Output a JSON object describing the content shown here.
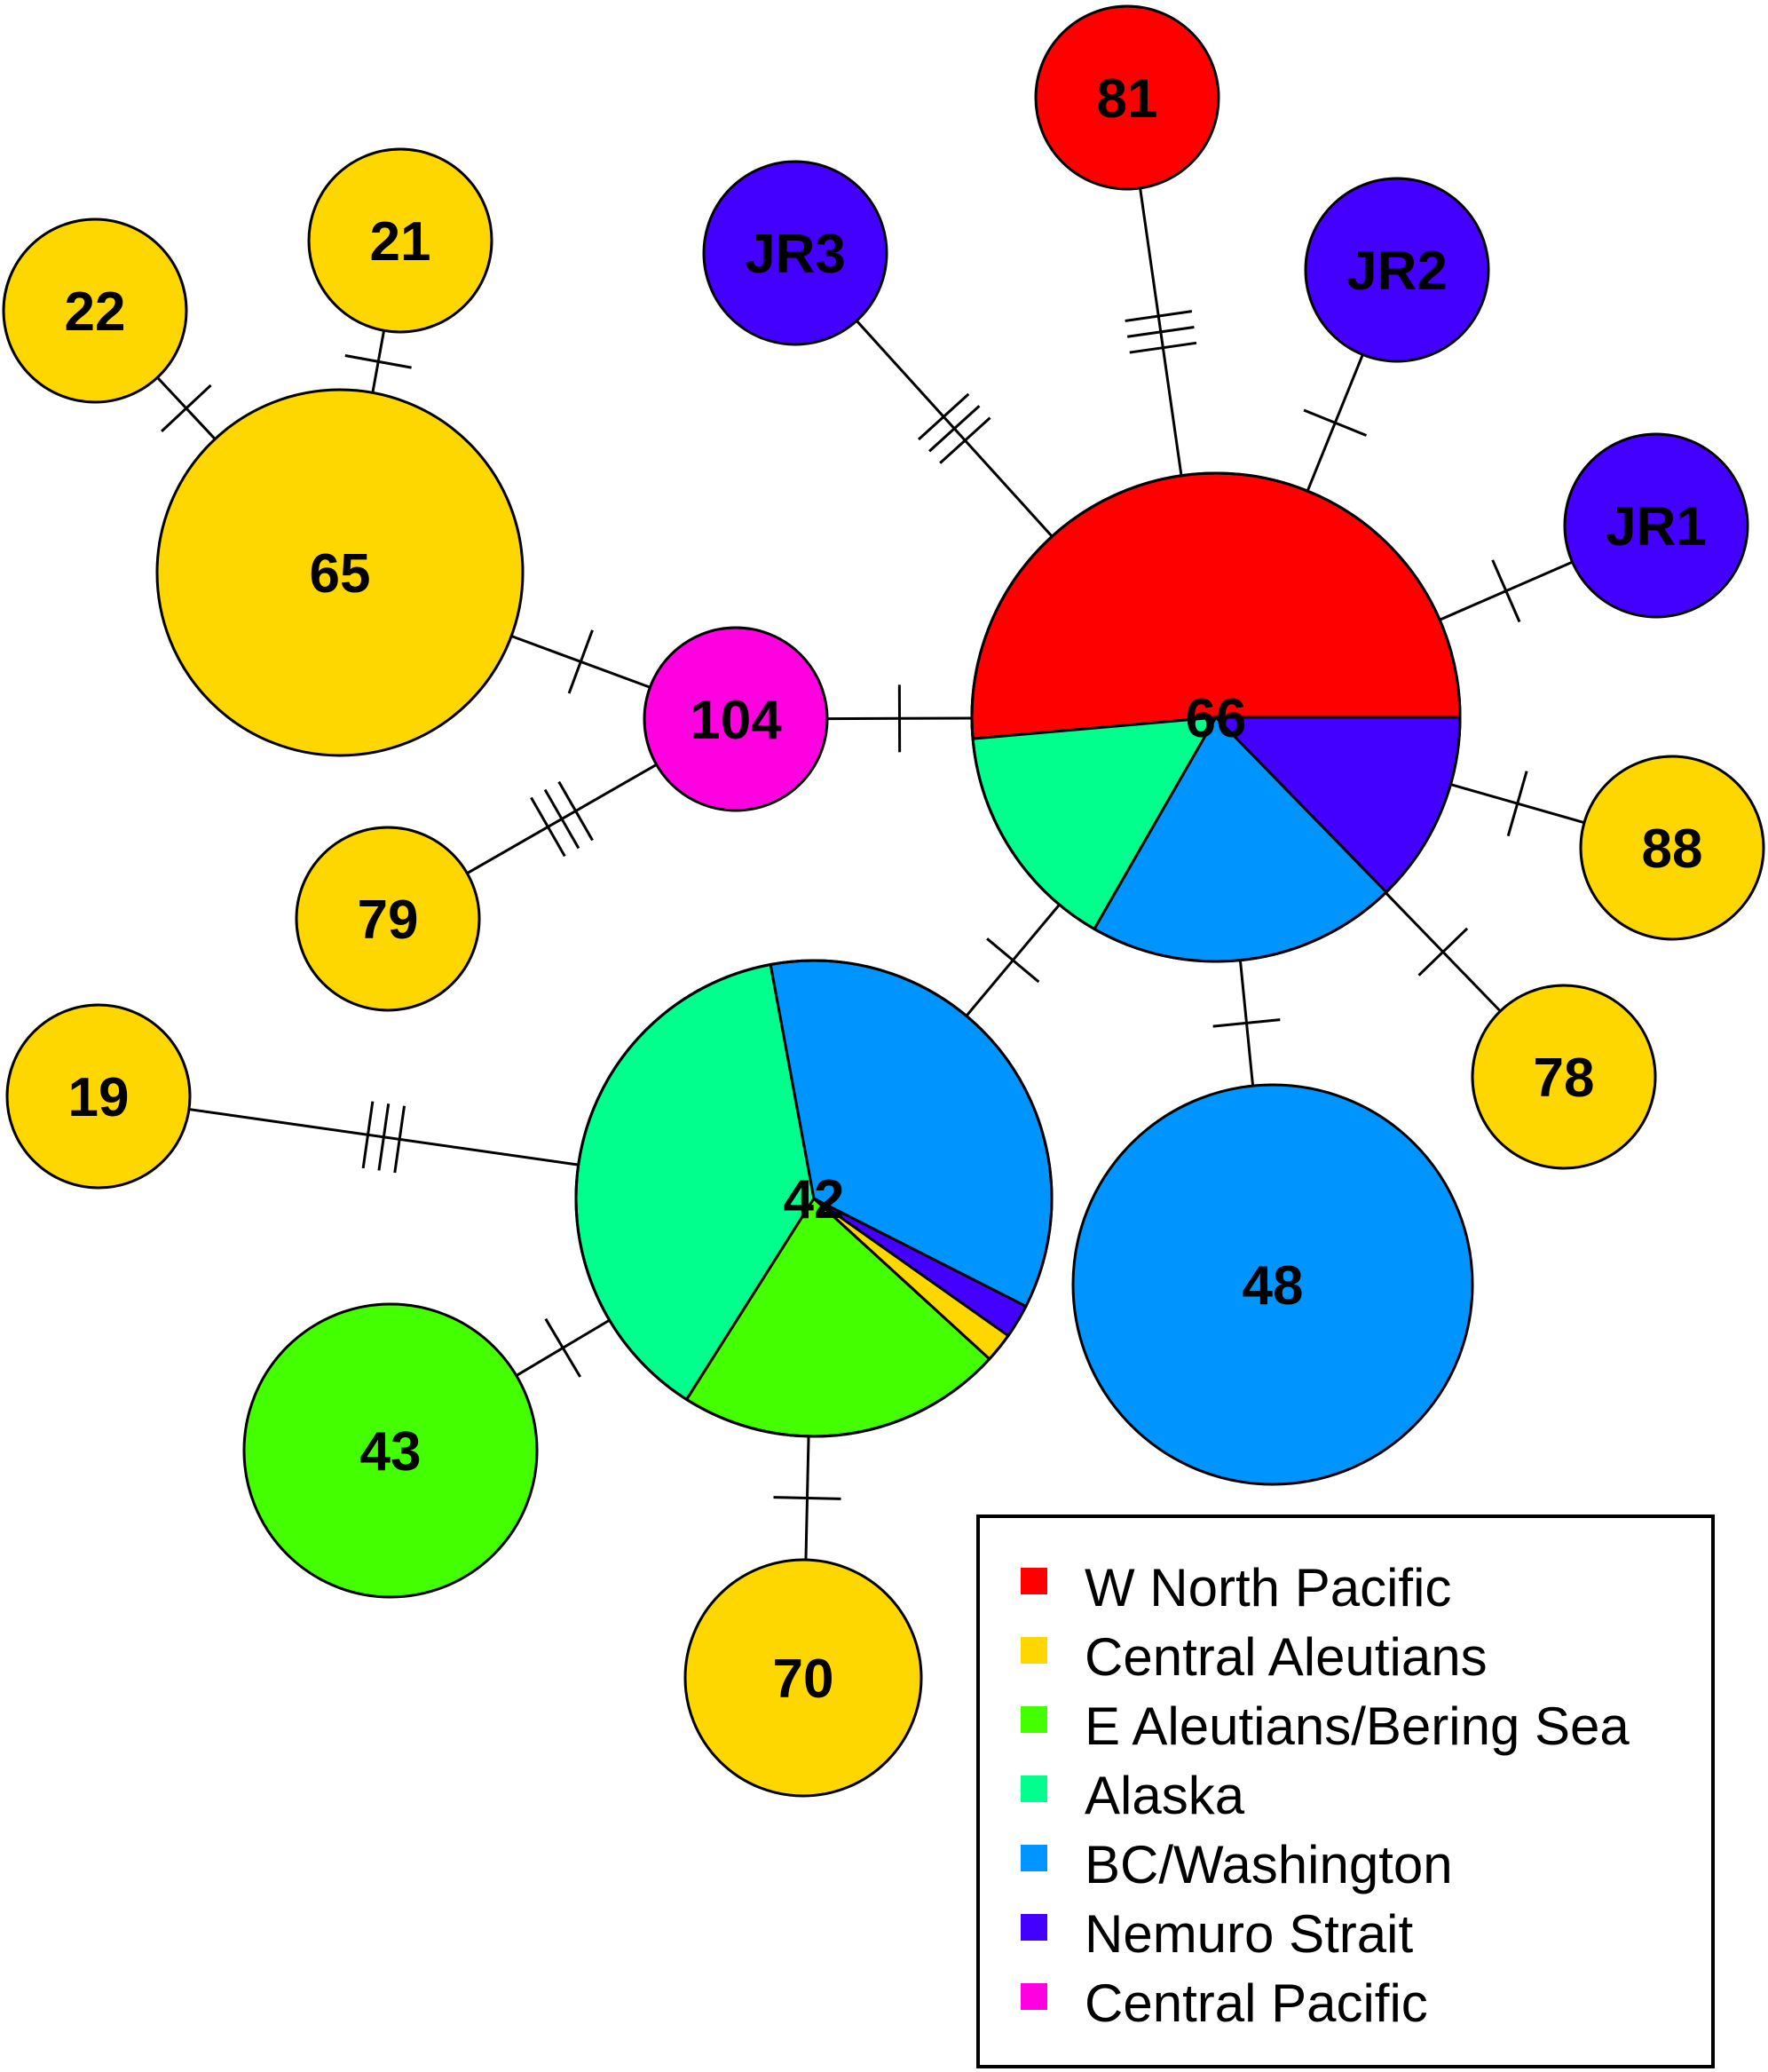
{
  "colors": {
    "w_north_pacific": "#ff0000",
    "central_aleutians": "#ffd700",
    "e_aleutians_bering": "#44ff00",
    "alaska": "#00ff8c",
    "bc_washington": "#0094ff",
    "nemuro_strait": "#4400ff",
    "central_pacific": "#ff00e0"
  },
  "nodes": [
    {
      "id": "81",
      "label": "81",
      "group": "w_north_pacific"
    },
    {
      "id": "JR3",
      "label": "JR3",
      "group": "nemuro_strait"
    },
    {
      "id": "JR2",
      "label": "JR2",
      "group": "nemuro_strait"
    },
    {
      "id": "JR1",
      "label": "JR1",
      "group": "nemuro_strait"
    },
    {
      "id": "21",
      "label": "21",
      "group": "central_aleutians"
    },
    {
      "id": "22",
      "label": "22",
      "group": "central_aleutians"
    },
    {
      "id": "65",
      "label": "65",
      "group": "central_aleutians"
    },
    {
      "id": "104",
      "label": "104",
      "group": "central_pacific"
    },
    {
      "id": "79",
      "label": "79",
      "group": "central_aleutians"
    },
    {
      "id": "88",
      "label": "88",
      "group": "central_aleutians"
    },
    {
      "id": "78",
      "label": "78",
      "group": "central_aleutians"
    },
    {
      "id": "19",
      "label": "19",
      "group": "central_aleutians"
    },
    {
      "id": "48",
      "label": "48",
      "group": "bc_washington"
    },
    {
      "id": "43",
      "label": "43",
      "group": "e_aleutians_bering"
    },
    {
      "id": "70",
      "label": "70",
      "group": "central_aleutians"
    },
    {
      "id": "66",
      "label": "66",
      "group": "pie"
    },
    {
      "id": "42",
      "label": "42",
      "group": "pie"
    }
  ],
  "pies": {
    "66": [
      {
        "group": "w_north_pacific",
        "fraction": 0.514
      },
      {
        "group": "alaska",
        "fraction": 0.153
      },
      {
        "group": "bc_washington",
        "fraction": 0.206
      },
      {
        "group": "nemuro_strait",
        "fraction": 0.127
      }
    ],
    "42": [
      {
        "group": "alaska",
        "fraction": 0.381
      },
      {
        "group": "e_aleutians_bering",
        "fraction": 0.222
      },
      {
        "group": "central_aleutians",
        "fraction": 0.02
      },
      {
        "group": "nemuro_strait",
        "fraction": 0.023
      },
      {
        "group": "bc_washington",
        "fraction": 0.354
      }
    ]
  },
  "edges": [
    {
      "from": "66",
      "to": "81",
      "mutations": 3
    },
    {
      "from": "66",
      "to": "JR3",
      "mutations": 3
    },
    {
      "from": "66",
      "to": "JR2",
      "mutations": 1
    },
    {
      "from": "66",
      "to": "JR1",
      "mutations": 1
    },
    {
      "from": "66",
      "to": "104",
      "mutations": 1
    },
    {
      "from": "66",
      "to": "88",
      "mutations": 1
    },
    {
      "from": "66",
      "to": "78",
      "mutations": 1
    },
    {
      "from": "66",
      "to": "48",
      "mutations": 1
    },
    {
      "from": "66",
      "to": "42",
      "mutations": 1
    },
    {
      "from": "104",
      "to": "65",
      "mutations": 1
    },
    {
      "from": "104",
      "to": "79",
      "mutations": 3
    },
    {
      "from": "65",
      "to": "21",
      "mutations": 1
    },
    {
      "from": "65",
      "to": "22",
      "mutations": 1
    },
    {
      "from": "42",
      "to": "19",
      "mutations": 3
    },
    {
      "from": "42",
      "to": "43",
      "mutations": 1
    },
    {
      "from": "42",
      "to": "70",
      "mutations": 1
    }
  ],
  "legend": {
    "items": [
      {
        "label": "W North Pacific",
        "group": "w_north_pacific"
      },
      {
        "label": "Central Aleutians",
        "group": "central_aleutians"
      },
      {
        "label": "E Aleutians/Bering Sea",
        "group": "e_aleutians_bering"
      },
      {
        "label": "Alaska",
        "group": "alaska"
      },
      {
        "label": "BC/Washington",
        "group": "bc_washington"
      },
      {
        "label": "Nemuro Strait",
        "group": "nemuro_strait"
      },
      {
        "label": "Central Pacific",
        "group": "central_pacific"
      }
    ]
  }
}
